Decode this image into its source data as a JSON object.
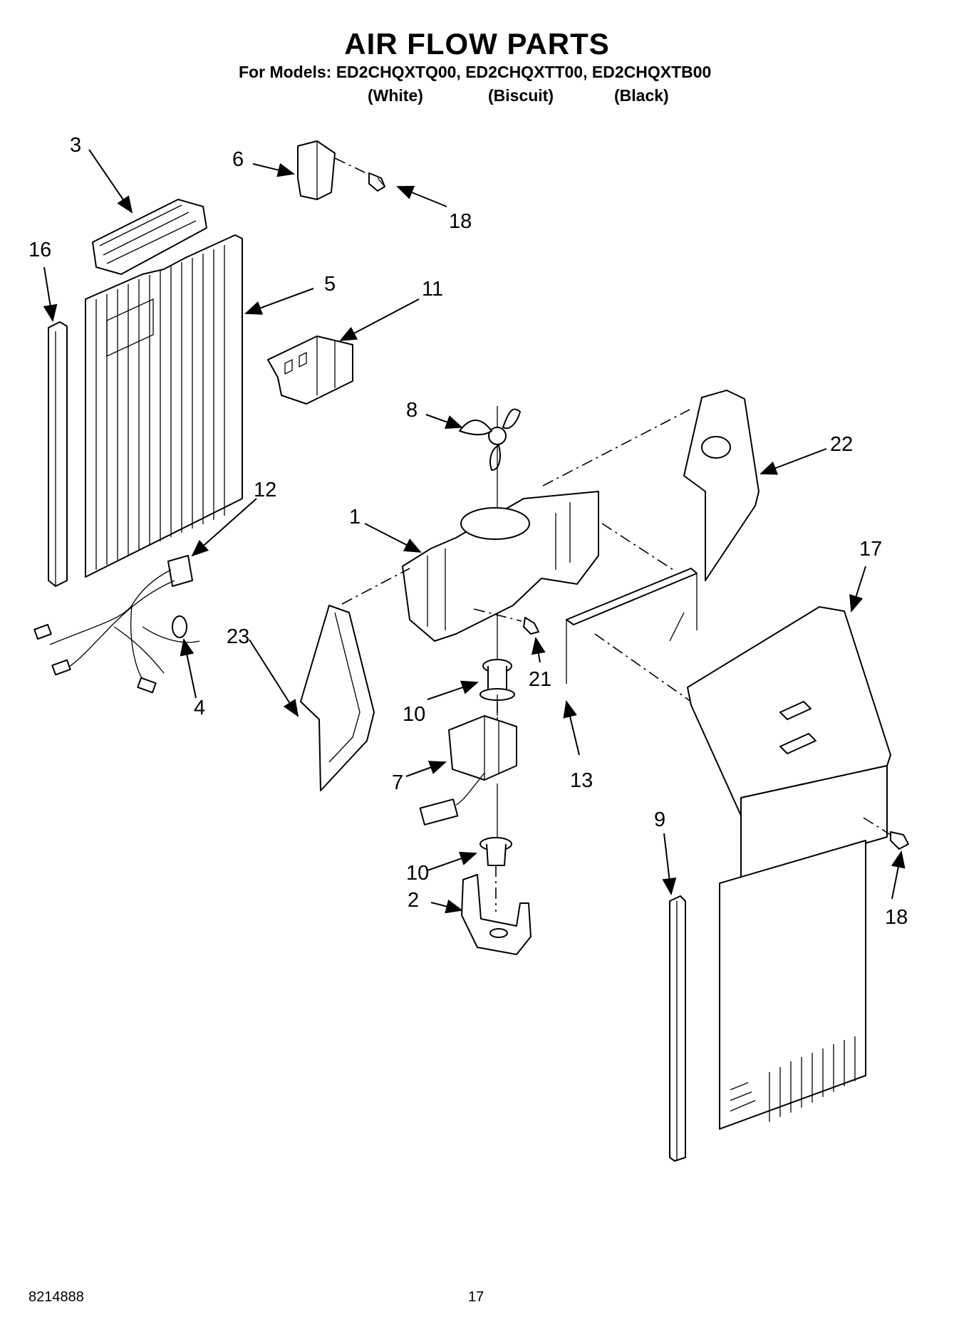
{
  "header": {
    "title": "AIR FLOW PARTS",
    "models_line": "For Models: ED2CHQXTQ00, ED2CHQXTT00, ED2CHQXTB00",
    "colors": [
      "(White)",
      "(Biscuit)",
      "(Black)"
    ]
  },
  "footer": {
    "doc_number": "8214888",
    "page_number": "17"
  },
  "callouts": {
    "c1": "1",
    "c2": "2",
    "c3": "3",
    "c4": "4",
    "c5": "5",
    "c6": "6",
    "c7": "7",
    "c8": "8",
    "c9": "9",
    "c10a": "10",
    "c10b": "10",
    "c11": "11",
    "c12": "12",
    "c13": "13",
    "c16": "16",
    "c17": "17",
    "c18a": "18",
    "c18b": "18",
    "c21": "21",
    "c22": "22",
    "c23": "23"
  }
}
